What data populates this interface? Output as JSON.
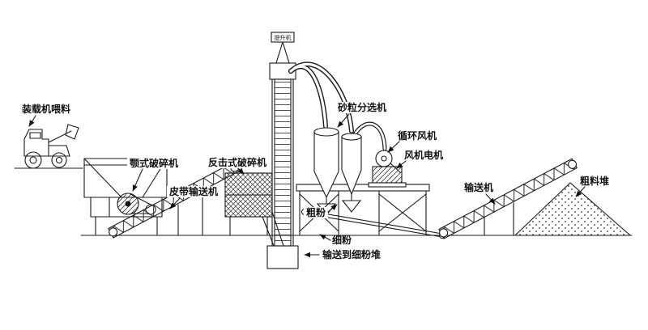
{
  "diagram": {
    "type": "process-flow-diagram",
    "subject": "sand-making-production-line",
    "background": "#ffffff",
    "line_color": "#1a1a1a",
    "labels": {
      "loader_feed": "装载机喂料",
      "jaw_crusher": "颚式破碎机",
      "belt_conveyor": "皮带输送机",
      "impact_crusher": "反击式破碎机",
      "elevator": "提升机",
      "sand_classifier": "砂粒分选机",
      "circulating_fan": "循环风机",
      "fan_motor": "风机电机",
      "coarse_powder": "粗粉",
      "fine_powder": "细粉",
      "to_fine_powder_pile": "输送到细粉堆",
      "conveyor": "输送机",
      "coarse_pile": "粗料堆"
    }
  }
}
